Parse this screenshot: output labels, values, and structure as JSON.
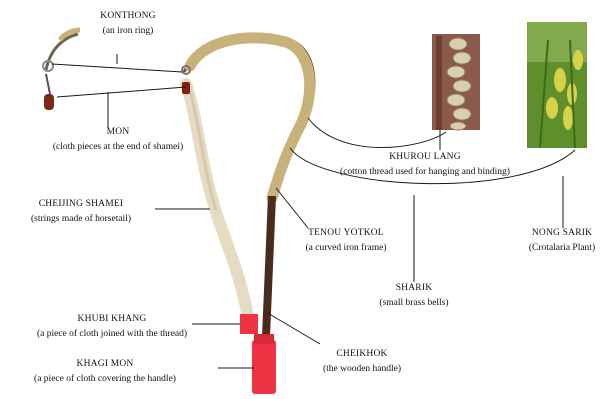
{
  "labels": {
    "konthong": {
      "name": "KONTHONG",
      "desc": "(an iron ring)"
    },
    "mon": {
      "name": "MON",
      "desc": "(cloth pieces at the end of shamei)"
    },
    "cheijing_shamei": {
      "name": "CHEIJING SHAMEI",
      "desc": "(strings made of horsetail)"
    },
    "khurou_lang": {
      "name": "KHUROU LANG",
      "desc": "(cotton thread used for hanging and binding)"
    },
    "nong_sarik": {
      "name": "NONG SARIK",
      "desc": "(Crotalaria Plant)"
    },
    "tenou_yotkol": {
      "name": "TENOU YOTKOL",
      "desc": "(a curved iron frame)"
    },
    "sharik": {
      "name": "SHARIK",
      "desc": "(small brass bells)"
    },
    "khubi_khang": {
      "name": "KHUBI KHANG",
      "desc": "(a piece of cloth joined with the thread)"
    },
    "khagi_mon": {
      "name": "KHAGI MON",
      "desc": "(a piece of cloth covering the handle)"
    },
    "cheikhok": {
      "name": "CHEIKHOK",
      "desc": "(the wooden handle)"
    }
  },
  "colors": {
    "leader_line": "#1a1a1a",
    "horsetail": "#e6dcc4",
    "handle_wood": "#4a2c1e",
    "cloth_red": "#ee3344",
    "brass": "#c9b27a",
    "plant_green": "#5e8f2c",
    "plant_flower": "#d8d24a",
    "bells_backdrop": "#8b5a4a"
  }
}
